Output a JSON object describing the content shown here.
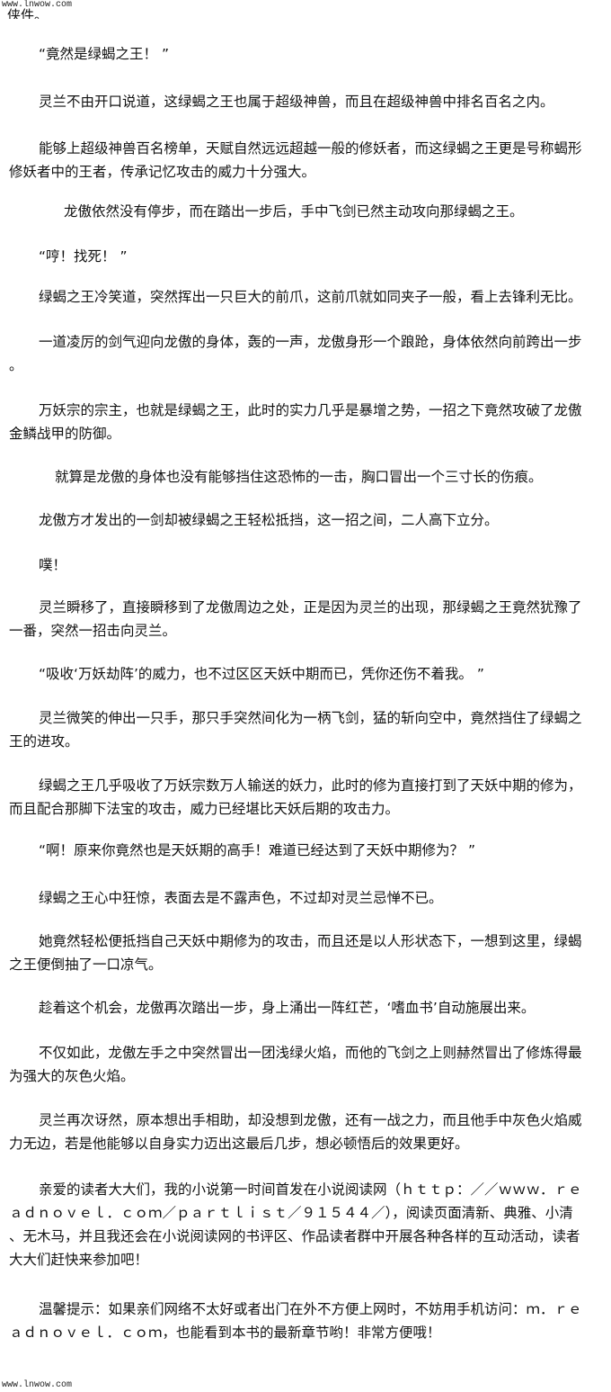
{
  "watermark_top": "www.lnwow.com",
  "watermark_bottom": "www.lnwow.com",
  "top_fragment": "侠件。",
  "paragraphs": [
    {
      "lines": [
        "“竟然是绿蝎之王！ ”"
      ]
    },
    {
      "lines": [
        "灵兰不由开口说道，这绿蝎之王也属于超级神兽，而且在超级神兽中排名百名之内。"
      ]
    },
    {
      "lines": [
        "能够上超级神兽百名榜单，天赋自然远远超越一般的修妖者，而这绿蝎之王更是号称蝎形",
        "修妖者中的王者，传承记忆攻击的威力十分强大。"
      ]
    },
    {
      "lines": [
        "龙傲依然没有停步，而在踏出一步后，手中飞剑已然主动攻向那绿蝎之王。"
      ]
    },
    {
      "lines": [
        "“哼！找死！ ”"
      ]
    },
    {
      "lines": [
        "绿蝎之王冷笑道，突然挥出一只巨大的前爪，这前爪就如同夹子一般，看上去锋利无比。"
      ]
    },
    {
      "lines": [
        "一道凌厉的剑气迎向龙傲的身体，轰的一声，龙傲身形一个踉跄，身体依然向前跨出一步",
        "。"
      ]
    },
    {
      "lines": [
        "万妖宗的宗主，也就是绿蝎之王，此时的实力几乎是暴增之势，一招之下竟然攻破了龙傲",
        "金鳞战甲的防御。"
      ]
    },
    {
      "lines": [
        "就算是龙傲的身体也没有能够挡住这恐怖的一击，胸口冒出一个三寸长的伤痕。"
      ]
    },
    {
      "lines": [
        "龙傲方才发出的一剑却被绿蝎之王轻松抵挡，这一招之间，二人高下立分。"
      ]
    },
    {
      "lines": [
        "噗！"
      ]
    },
    {
      "lines": [
        "灵兰瞬移了，直接瞬移到了龙傲周边之处，正是因为灵兰的出现，那绿蝎之王竟然犹豫了",
        "一番，突然一招击向灵兰。"
      ]
    },
    {
      "lines": [
        "“吸收‘万妖劫阵’的威力，也不过区区天妖中期而已，凭你还伤不着我。 ”"
      ]
    },
    {
      "lines": [
        "灵兰微笑的伸出一只手，那只手突然间化为一柄飞剑，猛的斩向空中，竟然挡住了绿蝎之",
        "王的进攻。"
      ]
    },
    {
      "lines": [
        "绿蝎之王几乎吸收了万妖宗数万人输送的妖力，此时的修为直接打到了天妖中期的修为，",
        "而且配合那脚下法宝的攻击，威力已经堪比天妖后期的攻击力。"
      ]
    },
    {
      "lines": [
        "“啊！原来你竟然也是天妖期的高手！难道已经达到了天妖中期修为？ ”"
      ]
    },
    {
      "lines": [
        "绿蝎之王心中狂惊，表面去是不露声色，不过却对灵兰忌惮不已。"
      ]
    },
    {
      "lines": [
        "她竟然轻松便抵挡自己天妖中期修为的攻击，而且还是以人形状态下，一想到这里，绿蝎",
        "之王便倒抽了一口凉气。"
      ]
    },
    {
      "lines": [
        "趁着这个机会，龙傲再次踏出一步，身上涌出一阵红芒，‘嗜血书’自动施展出来。"
      ]
    },
    {
      "lines": [
        "不仅如此，龙傲左手之中突然冒出一团浅绿火焰，而他的飞剑之上则赫然冒出了修炼得最",
        "为强大的灰色火焰。"
      ]
    },
    {
      "lines": [
        "灵兰再次讶然，原本想出手相助，却没想到龙傲，还有一战之力，而且他手中灰色火焰威",
        "力无边，若是他能够以自身实力迈出这最后几步，想必顿悟后的效果更好。"
      ]
    },
    {
      "lines": [
        "亲爱的读者大大们，我的小说第一时间首发在小说阅读网（ｈｔｔｐ：／／ｗｗｗ．ｒｅ",
        "ａｄｎｏｖｅｌ．ｃｏｍ／ｐａｒｔｌｉｓｔ／９１５４４／），阅读页面清新、典雅、小清",
        "、无木马，并且我还会在小说阅读网的书评区、作品读者群中开展各种各样的互动活动，读者",
        "大大们赶快来参加吧！"
      ]
    },
    {
      "lines": [
        "温馨提示：如果亲们网络不太好或者出门在外不方便上网时，不妨用手机访问：ｍ．ｒｅ",
        "ａｄｎｏｖｅｌ．ｃｏｍ，也能看到本书的最新章节哟！非常方便哦！"
      ]
    }
  ]
}
